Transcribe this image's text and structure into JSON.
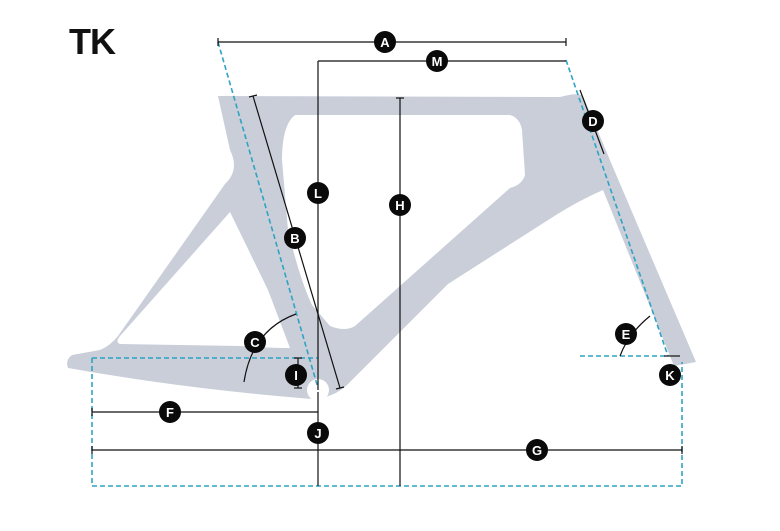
{
  "title": "TK",
  "colors": {
    "frame_fill": "#c9ced9",
    "dimension_line": "#111111",
    "reference_dashed": "#2fa3c4",
    "badge_fill": "#0a0a0a",
    "badge_text": "#ffffff"
  },
  "labels": {
    "A": "A",
    "B": "B",
    "C": "C",
    "D": "D",
    "E": "E",
    "F": "F",
    "G": "G",
    "H": "H",
    "I": "I",
    "J": "J",
    "K": "K",
    "L": "L",
    "M": "M"
  }
}
